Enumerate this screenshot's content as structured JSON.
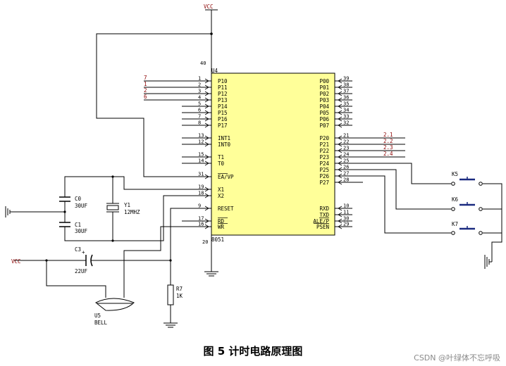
{
  "labels": {
    "vcc_top": "VCC",
    "vcc_left": "VCC",
    "chip_ref": "U4",
    "chip_name": "8051",
    "ic_pin_top": "40",
    "ic_pin_bottom": "20",
    "crystal": "Y1",
    "crystal_value": "12MHZ",
    "cap_c0": "C0",
    "cap_c0_value": "30UF",
    "cap_c1": "C1",
    "cap_c1_value": "30UF",
    "cap_c3": "C3",
    "cap_c3_value": "22UF",
    "cap_c3_plus": "+",
    "resistor": "R7",
    "resistor_value": "1K",
    "buzzer": "U5",
    "buzzer_name": "BELL",
    "key_5": "K5",
    "key_6": "K6",
    "key_7": "K7"
  },
  "left_pins": [
    {
      "name": "P10",
      "num": "1"
    },
    {
      "name": "P11",
      "num": "2"
    },
    {
      "name": "P12",
      "num": "3"
    },
    {
      "name": "P13",
      "num": "4"
    },
    {
      "name": "P14",
      "num": "5"
    },
    {
      "name": "P15",
      "num": "6"
    },
    {
      "name": "P16",
      "num": "7"
    },
    {
      "name": "P17",
      "num": "8"
    },
    {
      "name": "INT1",
      "num": "13"
    },
    {
      "name": "INT0",
      "num": "12"
    },
    {
      "name": "T1",
      "num": "15"
    },
    {
      "name": "T0",
      "num": "14"
    },
    {
      "name": "EA/VP",
      "num": "31"
    },
    {
      "name": "X1",
      "num": "19"
    },
    {
      "name": "X2",
      "num": "18"
    },
    {
      "name": "RESET",
      "num": "9"
    },
    {
      "name": "RD",
      "num": "17"
    },
    {
      "name": "WR",
      "num": "16"
    }
  ],
  "left_nets": [
    "7",
    "1",
    "2",
    "6"
  ],
  "right_pins": [
    {
      "name": "P00",
      "num": "39"
    },
    {
      "name": "P01",
      "num": "38"
    },
    {
      "name": "P02",
      "num": "37"
    },
    {
      "name": "P03",
      "num": "36"
    },
    {
      "name": "P04",
      "num": "35"
    },
    {
      "name": "P05",
      "num": "34"
    },
    {
      "name": "P06",
      "num": "33"
    },
    {
      "name": "P07",
      "num": "32"
    },
    {
      "name": "P20",
      "num": "21"
    },
    {
      "name": "P21",
      "num": "22"
    },
    {
      "name": "P22",
      "num": "23"
    },
    {
      "name": "P23",
      "num": "24"
    },
    {
      "name": "P24",
      "num": "25"
    },
    {
      "name": "P25",
      "num": "26"
    },
    {
      "name": "P26",
      "num": "27"
    },
    {
      "name": "P27",
      "num": "28"
    },
    {
      "name": "RXD",
      "num": "10"
    },
    {
      "name": "TXD",
      "num": "11"
    },
    {
      "name": "ALE/P",
      "num": "30"
    },
    {
      "name": "PSEN",
      "num": "29"
    }
  ],
  "right_nets": [
    "2.1",
    "2.2",
    "2.3",
    "2.4"
  ],
  "caption": "图 5 计时电路原理图",
  "watermark": "CSDN @叶绿体不忘呼吸"
}
